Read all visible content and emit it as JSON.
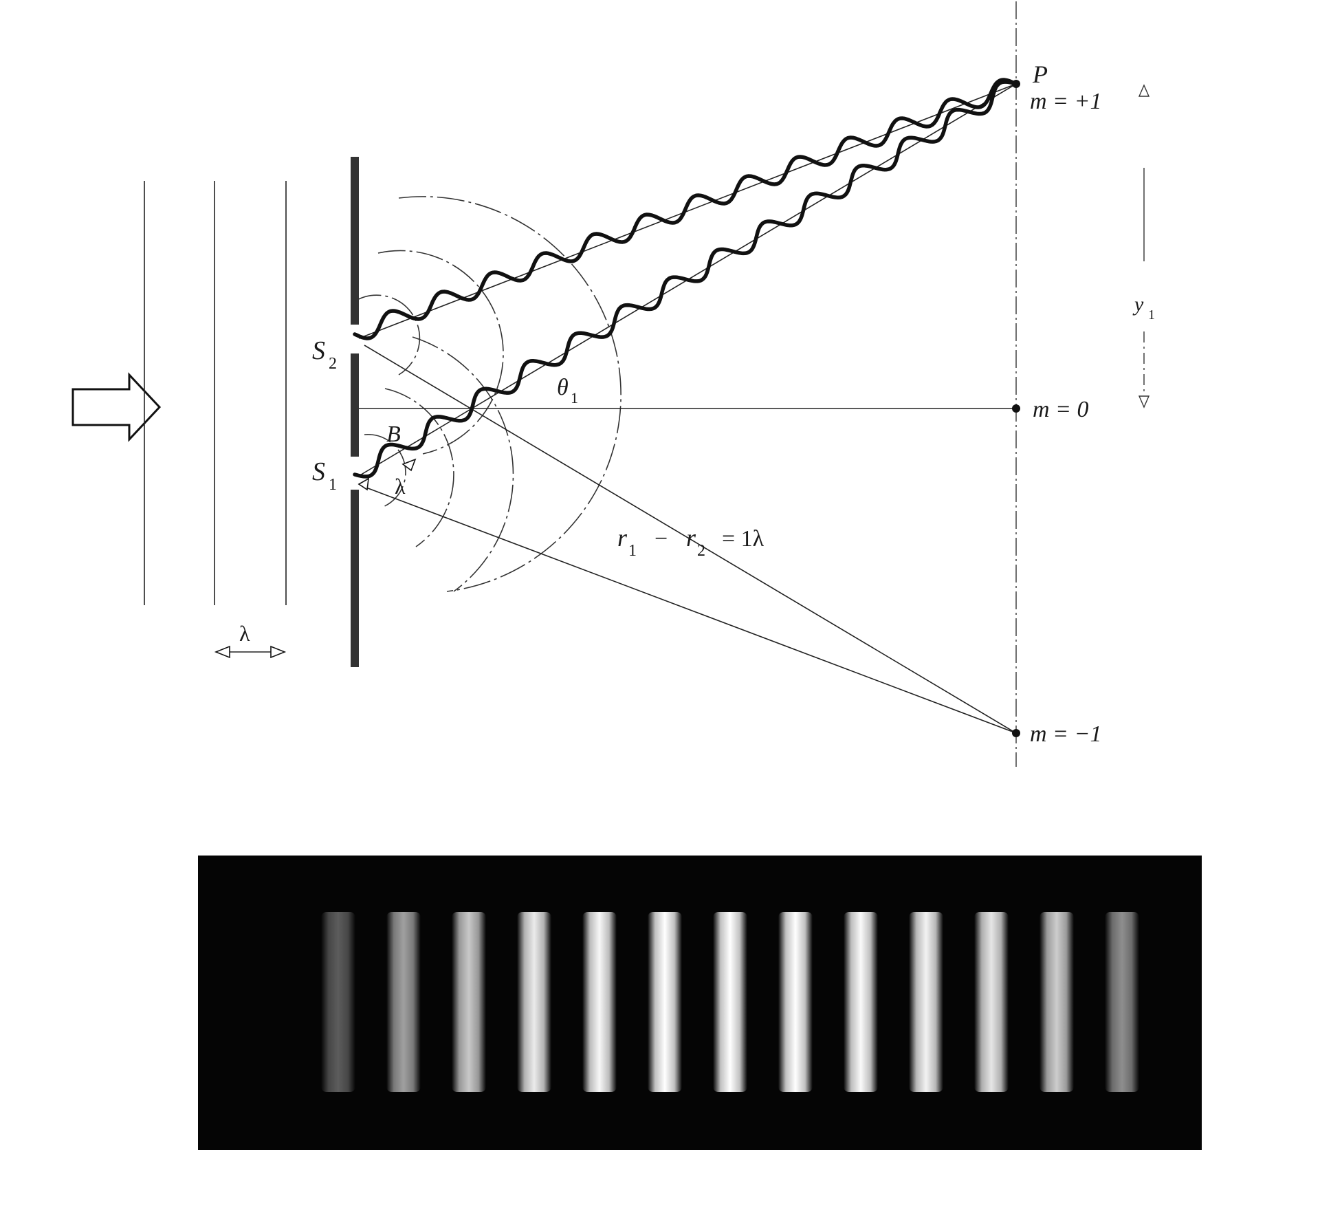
{
  "labels": {
    "point_p": "P",
    "order_plus1": "m = +1",
    "order_0": "m = 0",
    "order_minus1": "m = −1",
    "source_2": "S",
    "source_2_sub": "2",
    "source_1": "S",
    "source_1_sub": "1",
    "point_b": "B",
    "lambda_near_source": "λ",
    "theta": "θ",
    "theta_sub": "1",
    "path_difference": {
      "r1": "r",
      "r1_sub": "1",
      "minus": "−",
      "r2": "r",
      "r2_sub": "2",
      "equals_rhs": "= 1λ"
    },
    "wavelength_spacing": "λ",
    "screen_distance": "y",
    "screen_distance_sub": "1"
  },
  "fringe_pattern": {
    "bright_fringe_count": 13,
    "relative_brightness": [
      0.35,
      0.62,
      0.78,
      0.92,
      0.97,
      1.0,
      1.0,
      1.0,
      0.98,
      0.95,
      0.9,
      0.8,
      0.55
    ]
  },
  "colors": {
    "ink": "#111111",
    "fringe_background": "#050505",
    "fringe_light": "#ffffff"
  },
  "icons": {
    "incident_arrow": "hollow-right-arrow",
    "wavelength_arrow": "double-headed-arrow",
    "distance_arrow": "dashed-double-arrow"
  }
}
